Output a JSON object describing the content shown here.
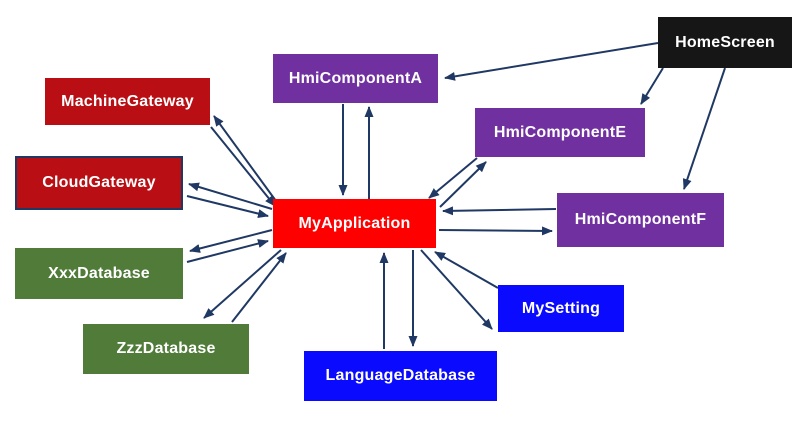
{
  "diagram": {
    "background_color": "#FFFFFF",
    "arrow_color": "#1F3864",
    "text_color": "#FFFFFF",
    "nodes": {
      "homescreen": {
        "label": "HomeScreen",
        "color": "#161616"
      },
      "hmicomponent_a": {
        "label": "HmiComponentA",
        "color": "#7030A0"
      },
      "hmicomponent_e": {
        "label": "HmiComponentE",
        "color": "#7030A0"
      },
      "hmicomponent_f": {
        "label": "HmiComponentF",
        "color": "#7030A0"
      },
      "machinegateway": {
        "label": "MachineGateway",
        "color": "#B90F14"
      },
      "cloudgateway": {
        "label": "CloudGateway",
        "color": "#B90F14",
        "border_color": "#1F3864"
      },
      "myapplication": {
        "label": "MyApplication",
        "color": "#FF0000"
      },
      "xxxdatabase": {
        "label": "XxxDatabase",
        "color": "#507B39"
      },
      "zzzdatabase": {
        "label": "ZzzDatabase",
        "color": "#507B39"
      },
      "mysetting": {
        "label": "MySetting",
        "color": "#0A0AFF"
      },
      "languagedatabase": {
        "label": "LanguageDatabase",
        "color": "#0A0AFF"
      }
    },
    "edges": [
      {
        "from": "HomeScreen",
        "to": "HmiComponentA"
      },
      {
        "from": "HomeScreen",
        "to": "HmiComponentE"
      },
      {
        "from": "HomeScreen",
        "to": "HmiComponentF"
      },
      {
        "from": "HmiComponentA",
        "to": "MyApplication"
      },
      {
        "from": "MyApplication",
        "to": "HmiComponentA"
      },
      {
        "from": "MyApplication",
        "to": "MachineGateway"
      },
      {
        "from": "MachineGateway",
        "to": "MyApplication"
      },
      {
        "from": "MyApplication",
        "to": "CloudGateway"
      },
      {
        "from": "CloudGateway",
        "to": "MyApplication"
      },
      {
        "from": "MyApplication",
        "to": "XxxDatabase"
      },
      {
        "from": "XxxDatabase",
        "to": "MyApplication"
      },
      {
        "from": "MyApplication",
        "to": "ZzzDatabase"
      },
      {
        "from": "ZzzDatabase",
        "to": "MyApplication"
      },
      {
        "from": "MyApplication",
        "to": "HmiComponentE"
      },
      {
        "from": "HmiComponentE",
        "to": "MyApplication"
      },
      {
        "from": "HmiComponentF",
        "to": "MyApplication"
      },
      {
        "from": "MyApplication",
        "to": "HmiComponentF"
      },
      {
        "from": "MyApplication",
        "to": "MySetting"
      },
      {
        "from": "MySetting",
        "to": "MyApplication"
      },
      {
        "from": "LanguageDatabase",
        "to": "MyApplication"
      },
      {
        "from": "MyApplication",
        "to": "LanguageDatabase"
      }
    ]
  }
}
